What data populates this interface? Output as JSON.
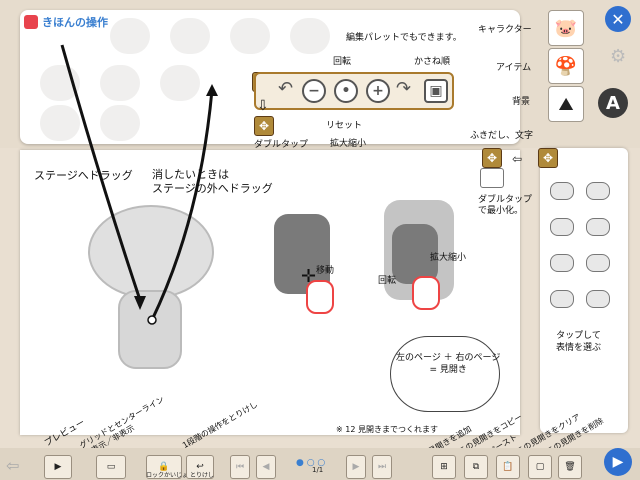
{
  "title": "きほんの操作",
  "labels": {
    "palette_edit": "編集パレットでもできます。",
    "rotate_top": "回転",
    "order": "かさね順",
    "reset": "リセット",
    "zoom": "拡大縮小",
    "double_tap_left": "ダブルタップ\nで最小化。",
    "character": "キャラクター",
    "item": "アイテム",
    "background": "背景",
    "bubble_text": "ふきだし、文字",
    "double_tap_right": "ダブルタップ\nで最小化。",
    "drag_stage": "ステージへドラッグ",
    "remove_line1": "消したいときは",
    "remove_line2": "ステージの外へドラッグ",
    "move": "移動",
    "zoom_right": "拡大縮小",
    "rotate_right": "回転",
    "tap_expression": "タップして\n表情を選ぶ",
    "spread": "左のページ ＋ 右のページ\n= 見開き",
    "max_spreads": "※ 12 見開きまでつくれます",
    "preview": "プレビュー",
    "grid": "グリッドとセンターライン\nの表示／非表示",
    "undo": "1段階の操作をとりけし",
    "add_spread": "見開きを追加",
    "copy_spread": "この見開きをコピー",
    "paste": "ペースト",
    "clear_spread": "この見開きをクリア",
    "delete_spread": "この見開きを削除",
    "page_indicator": "1/1",
    "lock_label": "ロックかいじょ",
    "undo_btn_label": "とりけし",
    "text_button": "A"
  }
}
